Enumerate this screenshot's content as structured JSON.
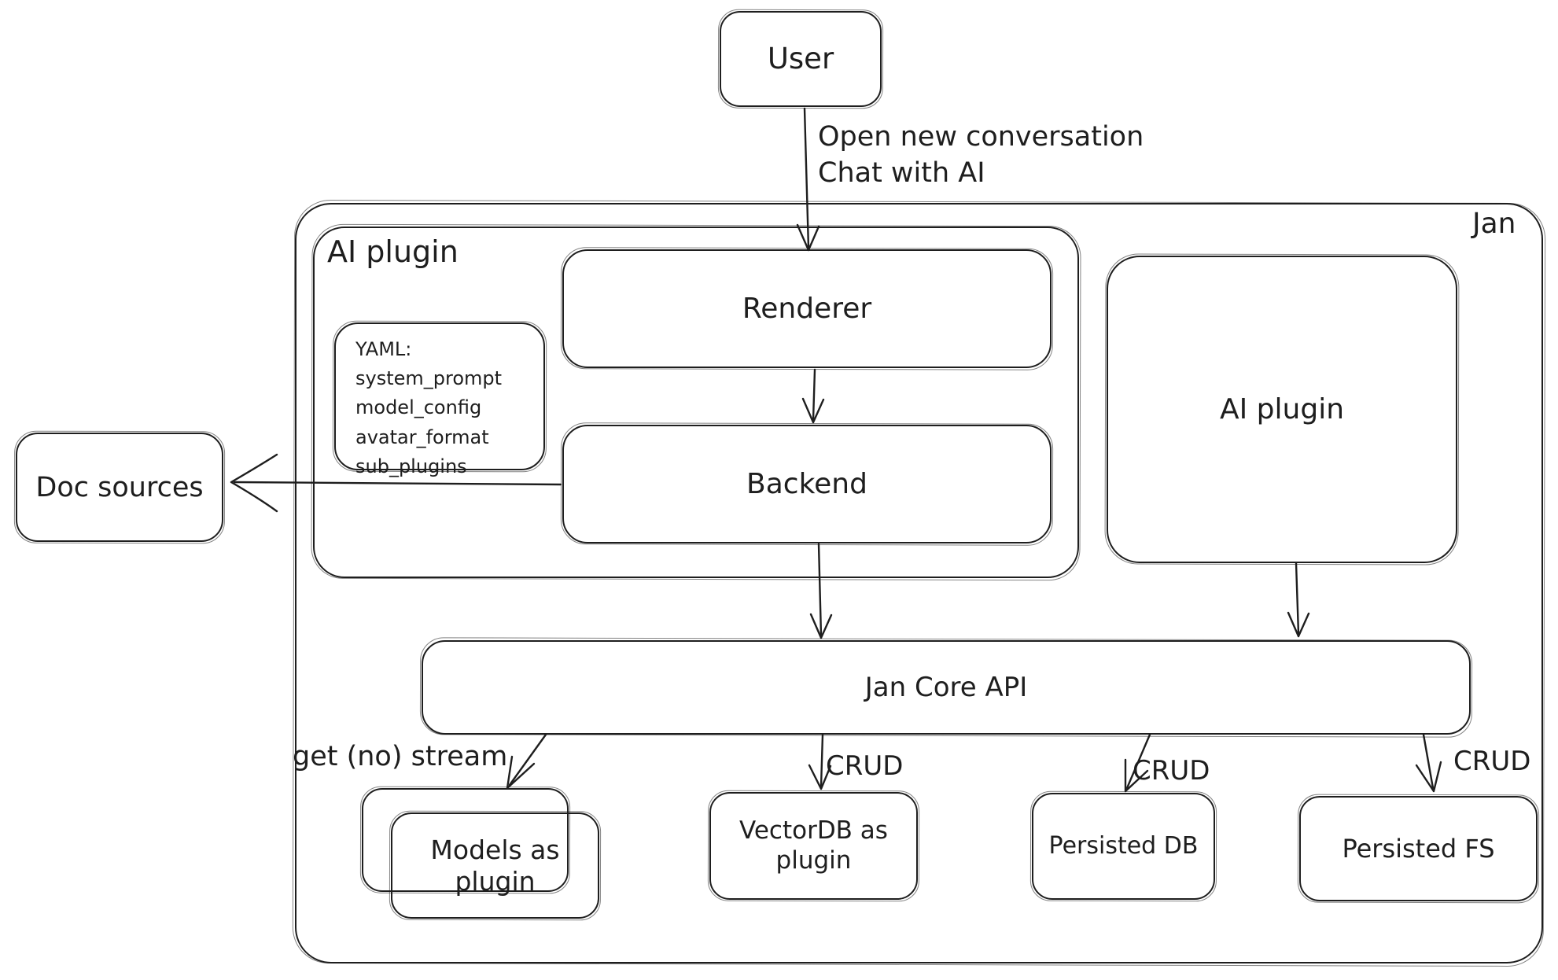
{
  "colors": {
    "stroke": "#1e1e1e",
    "background": "#ffffff"
  },
  "nodes": {
    "user": "User",
    "jan": "Jan",
    "ai_plugin_left": "AI plugin",
    "renderer": "Renderer",
    "backend": "Backend",
    "doc_sources": "Doc sources",
    "ai_plugin_right": "AI plugin",
    "jan_core_api": "Jan Core API",
    "models_as_plugin": "Models as plugin",
    "vectordb_as_plugin": "VectorDB as plugin",
    "persisted_db": "Persisted DB",
    "persisted_fs": "Persisted FS"
  },
  "yaml_note": {
    "text": "YAML:\nsystem_prompt\nmodel_config\navatar_format\nsub_plugins"
  },
  "edge_labels": {
    "user_flow": "Open new conversation\nChat with AI",
    "get_no_stream": "get (no) stream",
    "crud_vectordb": "CRUD",
    "crud_persisted_db": "CRUD",
    "crud_persisted_fs": "CRUD"
  }
}
